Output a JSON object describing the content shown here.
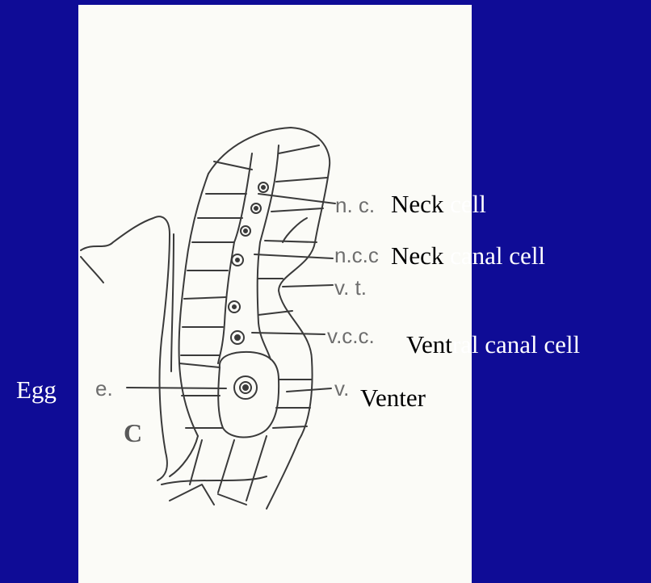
{
  "figure": {
    "letter": "C",
    "abbreviations": {
      "nc": "n. c.",
      "ncc": "n.c.c",
      "vt": "v. t.",
      "vcc": "v.c.c.",
      "v": "v.",
      "e": "e."
    }
  },
  "labels": {
    "neck_cell": {
      "inside": "Neck ",
      "outside": "cell"
    },
    "neck_canal_cell": {
      "inside": "Neck ",
      "outside": "canal cell"
    },
    "ventral_canal_cell": {
      "inside": "Vent",
      "outside": "ral canal cell"
    },
    "venter": {
      "inside": "Venter",
      "outside": ""
    },
    "egg": "Egg"
  },
  "colors": {
    "background": "#0f0c96",
    "panel": "#fbfbf7",
    "ink": "#3a3a3a"
  }
}
